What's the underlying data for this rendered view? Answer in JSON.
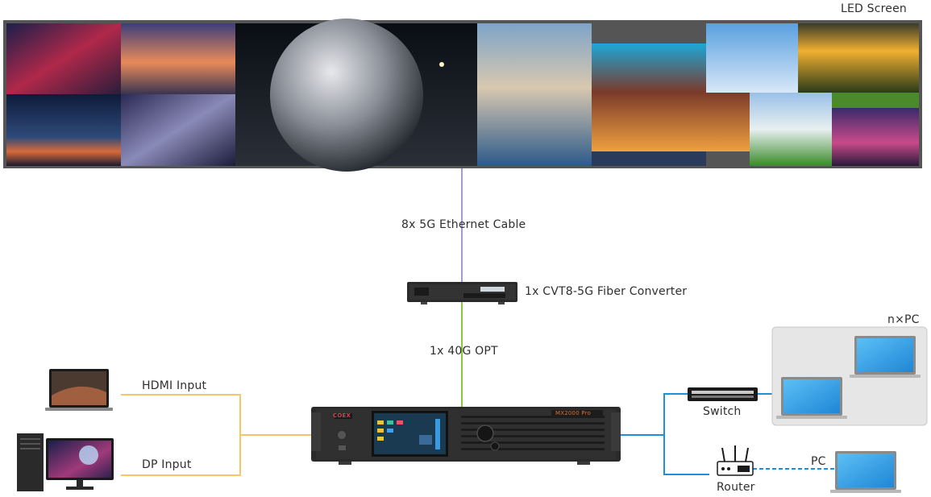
{
  "diagram": {
    "led_screen_label": "LED Screen",
    "ethernet_label": "8x 5G Ethernet Cable",
    "converter_label": "1x CVT8-5G Fiber Converter",
    "opt_label": "1x 40G OPT",
    "hdmi_label": "HDMI Input",
    "dp_label": "DP Input",
    "npc_label": "n×PC",
    "switch_label": "Switch",
    "router_label": "Router",
    "pc_label": "PC",
    "processor_brand": "COEX",
    "processor_model": "MX2000 Pro"
  },
  "colors": {
    "ethernet_line": "#a49bd0",
    "fiber_line": "#8cc63f",
    "input_line": "#f8c46a",
    "network_line": "#1e8fd8",
    "screen_frame": "#555555",
    "device_body": "#2a2a2a",
    "laptop_screen": "#2e9fe6",
    "npc_box": "#e6e6e6"
  },
  "icons": [
    "led-screen-icon",
    "fiber-converter-icon",
    "media-processor-icon",
    "laptop-icon",
    "desktop-pc-icon",
    "switch-icon",
    "router-icon"
  ]
}
